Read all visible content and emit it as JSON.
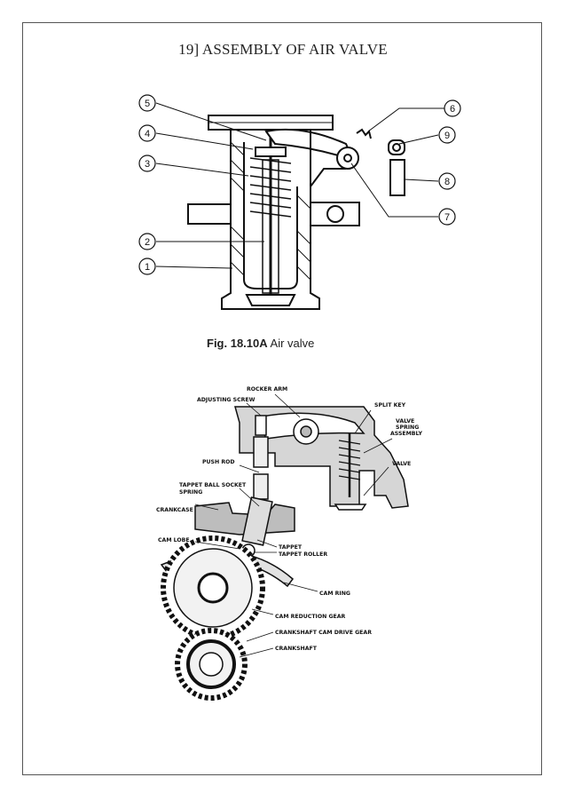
{
  "page": {
    "title": "19] ASSEMBLY OF AIR VALVE"
  },
  "figure1": {
    "caption_number": "Fig. 18.10A",
    "caption_text": "Air valve",
    "callouts": [
      "1",
      "2",
      "3",
      "4",
      "5",
      "6",
      "7",
      "8",
      "9"
    ]
  },
  "figure2": {
    "labels": {
      "rocker_arm": "ROCKER ARM",
      "adjusting_screw": "ADJUSTING SCREW",
      "split_key": "SPLIT KEY",
      "valve_spring_1": "VALVE",
      "valve_spring_2": "SPRING",
      "valve_spring_3": "ASSEMBLY",
      "valve": "VALVE",
      "push_rod": "PUSH ROD",
      "tappet_ball_socket": "TAPPET BALL SOCKET",
      "spring": "SPRING",
      "crankcase": "CRANKCASE",
      "cam_lobe": "CAM LOBE",
      "tappet": "TAPPET",
      "tappet_roller": "TAPPET ROLLER",
      "cam_ring": "CAM RING",
      "cam_reduction_gear": "CAM REDUCTION GEAR",
      "crankshaft_cam_drive_gear": "CRANKSHAFT CAM DRIVE GEAR",
      "crankshaft": "CRANKSHAFT"
    }
  }
}
